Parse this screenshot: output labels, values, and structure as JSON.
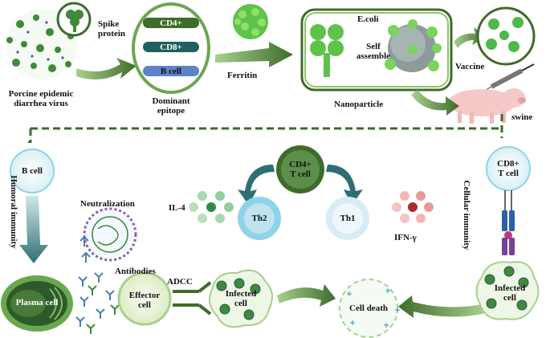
{
  "colors": {
    "dark_green": "#3f6b2b",
    "mid_green": "#6aa84f",
    "light_green": "#a8d08d",
    "teal": "#2f6f73",
    "light_blue": "#bfe3ef",
    "th_blue": "#8fd3e8",
    "red_dots": "#c0392b"
  },
  "top_row": {
    "virus_label_line1": "Porcine epidemic",
    "virus_label_line2": "diarrhea virus",
    "spike_line1": "Spike",
    "spike_line2": "protein",
    "epitope_items": [
      "CD4+",
      "CD8+",
      "B cell"
    ],
    "dominant_line1": "Dominant",
    "dominant_line2": "epitope",
    "ferritin": "Ferritin",
    "ecoli": "E.coli",
    "self_line1": "Self",
    "self_line2": "assemble",
    "vaccine": "Vaccine",
    "nanoparticle": "Nanoparticle",
    "swine": "swine"
  },
  "immune": {
    "minus_sign": "-",
    "b_cell": "B cell",
    "humoral": "Humoral immunity",
    "cellular": "Cellular immunity",
    "neutralization": "Neutralization",
    "antibodies": "Antibodies",
    "plasma_cell": "Plasma cell",
    "adcc": "ADCC",
    "effector_line1": "Effector",
    "effector_line2": "cell",
    "infected_line1": "Infected",
    "infected_line2": "cell",
    "cell_death": "Cell death",
    "cd4_line1": "CD4+",
    "cd4_line2": "T cell",
    "th2": "Th2",
    "th1": "Th1",
    "il4": "IL-4",
    "ifn": "IFN-γ",
    "cd8_line1": "CD8+",
    "cd8_line2": "T cell",
    "infected2_line1": "Infected",
    "infected2_line2": "cell"
  }
}
